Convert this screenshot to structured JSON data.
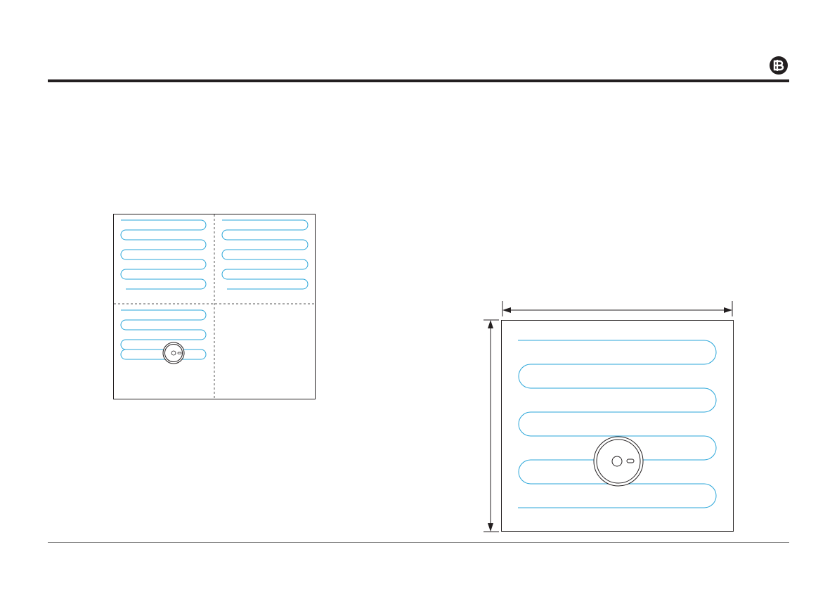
{
  "document": {
    "brand": {
      "logo_icon": "brand-logo-icon"
    }
  },
  "colors": {
    "rule": "#231f20",
    "outline": "#231f20",
    "cleaning_path": "#2aa6d9",
    "zone_divider": "#555555",
    "footer_rule": "#8a8a8a"
  },
  "figures": [
    {
      "id": "zoned-cleaning",
      "description_icon": "zoned-cleaning-diagram",
      "zones": 4,
      "zones_with_path": 3,
      "robot_icon": "robot-vacuum-icon"
    },
    {
      "id": "single-room-cleaning",
      "description_icon": "room-cleaning-diagram",
      "dimension_arrows": [
        "width-dimension-arrow",
        "height-dimension-arrow"
      ],
      "robot_icon": "robot-vacuum-icon"
    }
  ]
}
